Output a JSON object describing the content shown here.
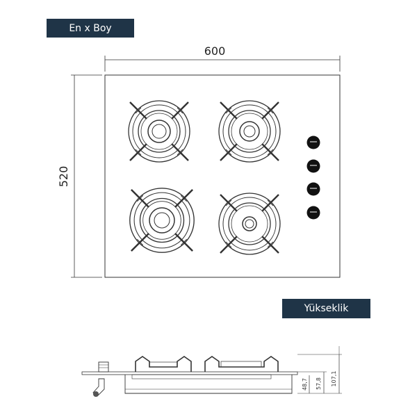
{
  "labels": {
    "top": "En x Boy",
    "bottom": "Yükseklik"
  },
  "dimensions": {
    "width": "600",
    "height": "520",
    "side_heights": [
      "48,7",
      "57,8",
      "107,1"
    ]
  },
  "colors": {
    "label_bg": "#1f3447",
    "label_text": "#ffffff",
    "line": "#333333"
  },
  "icons": [
    "burner-icon",
    "knob-icon"
  ]
}
